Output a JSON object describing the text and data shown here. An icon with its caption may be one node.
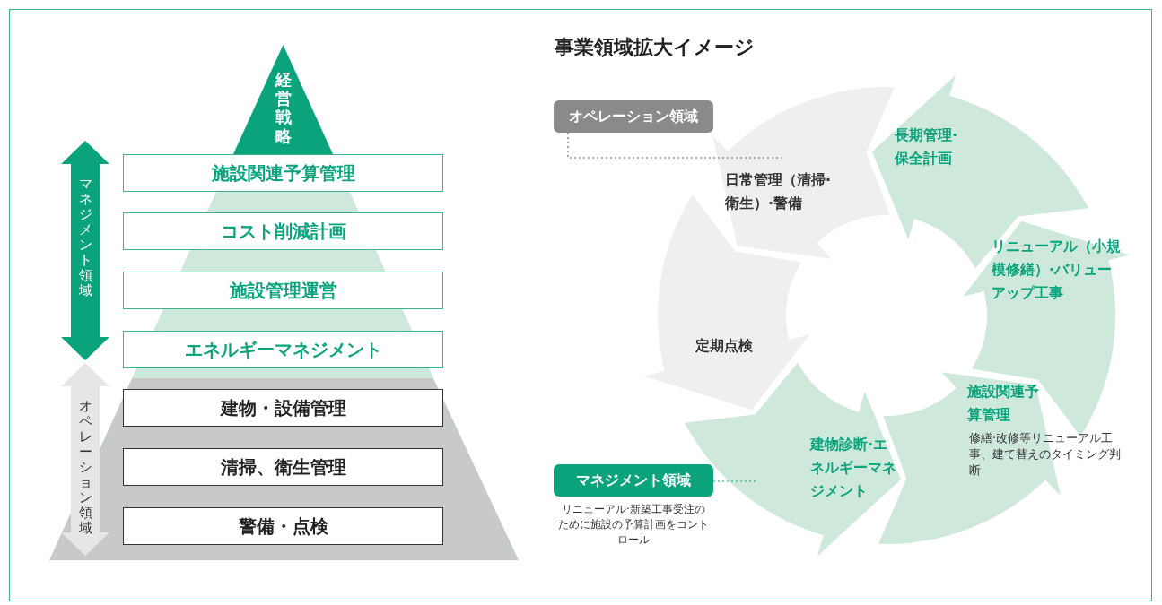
{
  "diagram": {
    "title": "事業領域拡大イメージ",
    "nodes": [
      {
        "text": [
          "経営戦略"
        ]
      },
      {
        "text": [
          "マネジメント領域"
        ]
      },
      {
        "text": [
          "施設関連予算管理"
        ]
      },
      {
        "text": [
          "コスト削減計画"
        ]
      },
      {
        "text": [
          "施設管理運営"
        ]
      },
      {
        "text": [
          "エネルギーマネジメント"
        ]
      },
      {
        "text": [
          "オペレーション領域"
        ]
      },
      {
        "text": [
          "建物・設備管理"
        ]
      },
      {
        "text": [
          "清掃、衛生管理"
        ]
      },
      {
        "text": [
          "警備・点検"
        ]
      },
      {
        "text": [
          "オペレーション領域"
        ]
      },
      {
        "text": [
          "長期管理·保全計画"
        ]
      },
      {
        "text": [
          "日常管理（清掃·衛生）·警備"
        ]
      },
      {
        "text": [
          "リニューアル（小規模修繕）·バリューアップ工事"
        ]
      },
      {
        "text": [
          "定期点検"
        ]
      },
      {
        "text": [
          "施設関連予算管理",
          "修繕·改修等リニューアル工事、建て替えのタイミング判断"
        ]
      },
      {
        "text": [
          "建物診断·エネルギーマネジメント"
        ]
      },
      {
        "text": [
          "マネジメント領域"
        ]
      }
    ],
    "edges": [
      {
        "from": 10,
        "to": 12,
        "arrow": "none",
        "style": "dashed",
        "color": "#666666"
      },
      {
        "from": 17,
        "to": 16,
        "arrow": "none",
        "style": "dashed",
        "color": "#0aa37c"
      }
    ],
    "labels": [
      "リニューアル·新築工事受注のために施設の予算計画をコントロール"
    ]
  }
}
